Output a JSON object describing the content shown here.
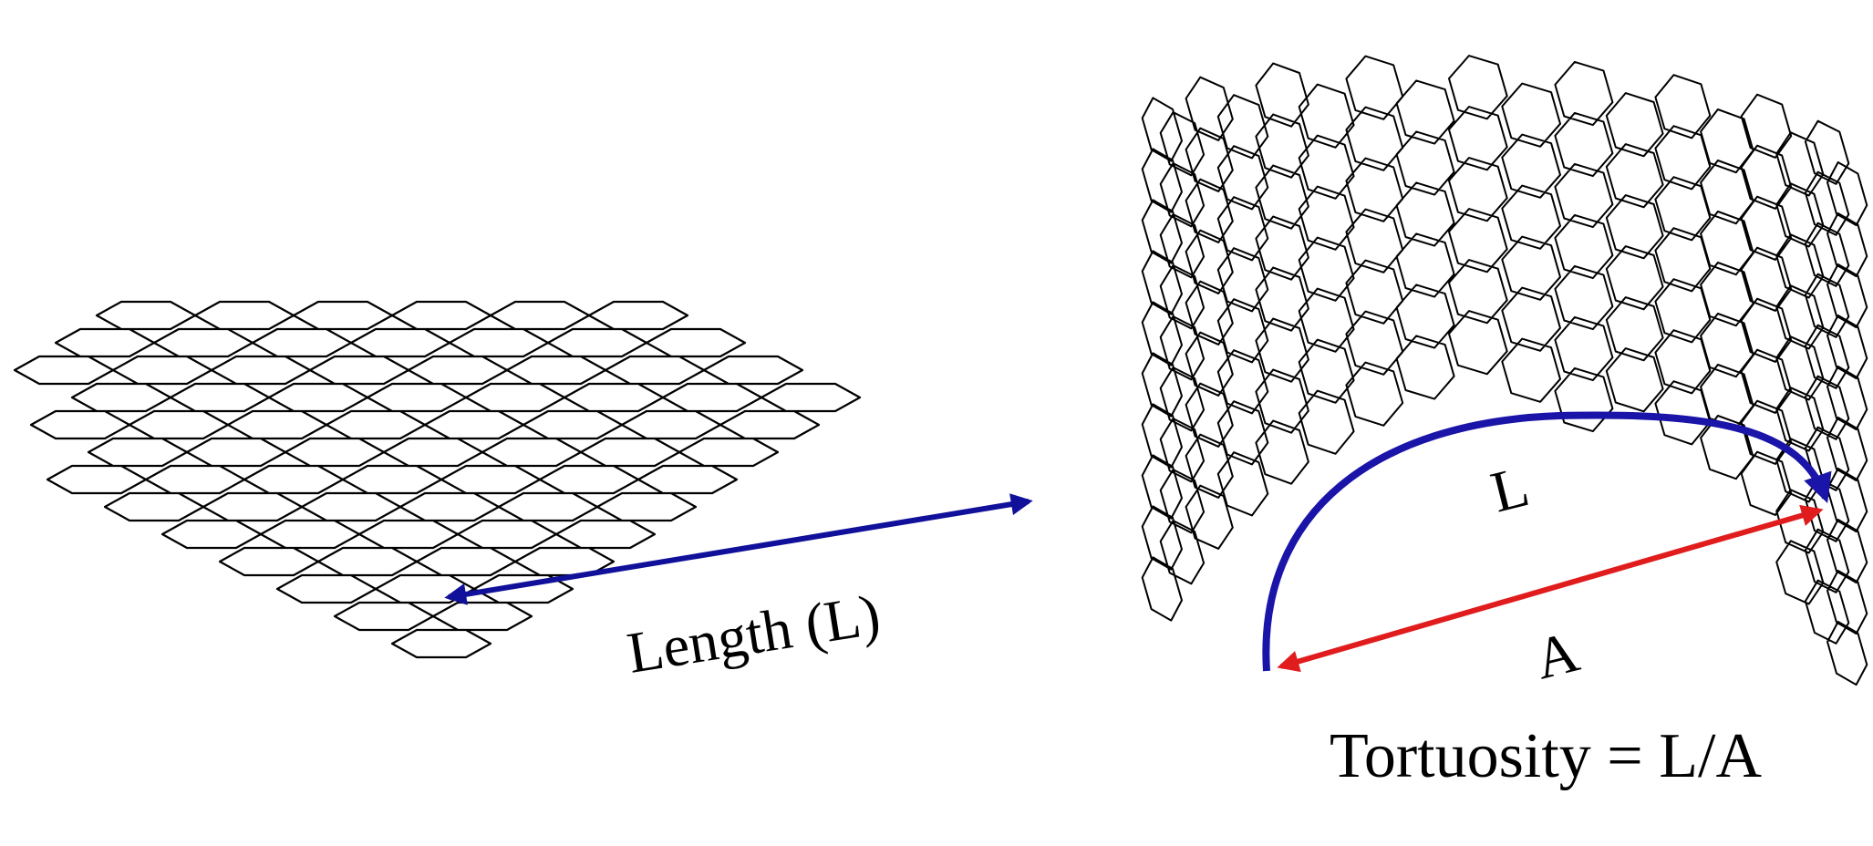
{
  "flat_sheet": {
    "arrow_label": "Length (L)",
    "arrow_color": "#10109a"
  },
  "rolled_sheet": {
    "arc_label": "L",
    "chord_label": "A",
    "arc_color": "#1a14a8",
    "chord_color": "#e01c1c"
  },
  "formula": "Tortuosity = L/A",
  "line_color": "#000000"
}
